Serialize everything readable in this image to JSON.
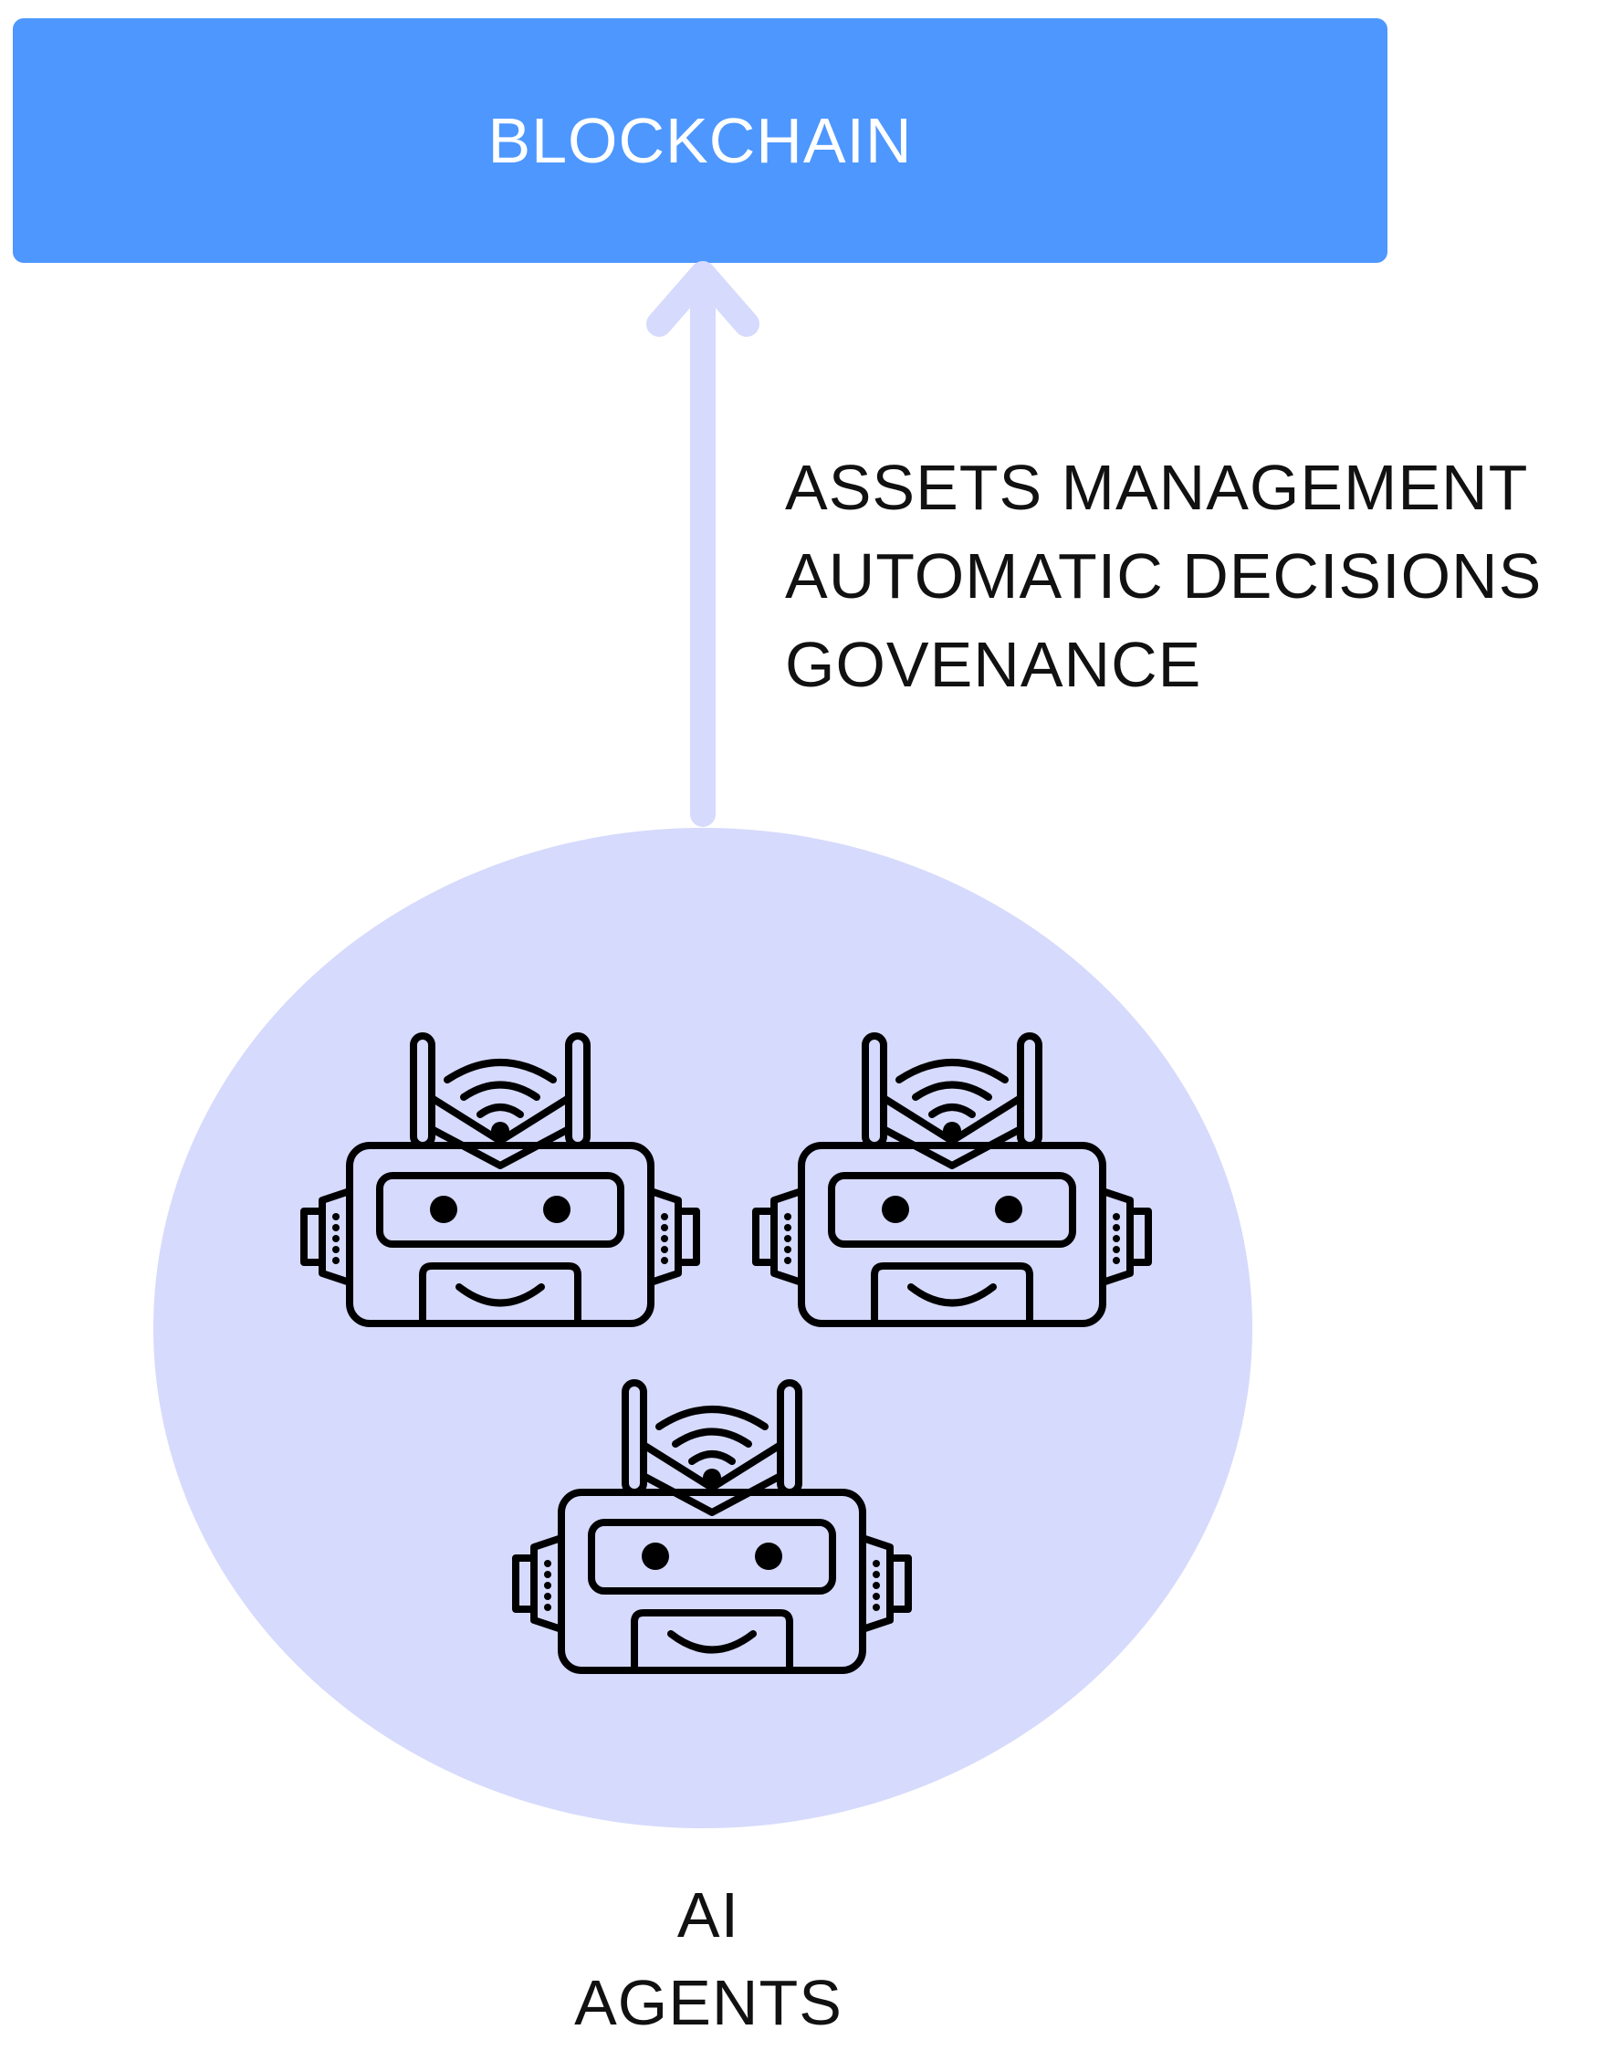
{
  "blockchain": {
    "label": "BLOCKCHAIN"
  },
  "capabilities": {
    "items": [
      "ASSETS MANAGEMENT",
      "AUTOMATIC DECISIONS",
      "GOVENANCE"
    ]
  },
  "agents": {
    "line1": "AI",
    "line2": "AGENTS",
    "count": 3,
    "icon": "robot-icon"
  },
  "colors": {
    "blockchain_fill": "#4d97ff",
    "blockchain_text": "#ffffff",
    "arrow": "#d6dafc",
    "agents_circle": "#d6dafc",
    "robot_stroke": "#000000"
  }
}
